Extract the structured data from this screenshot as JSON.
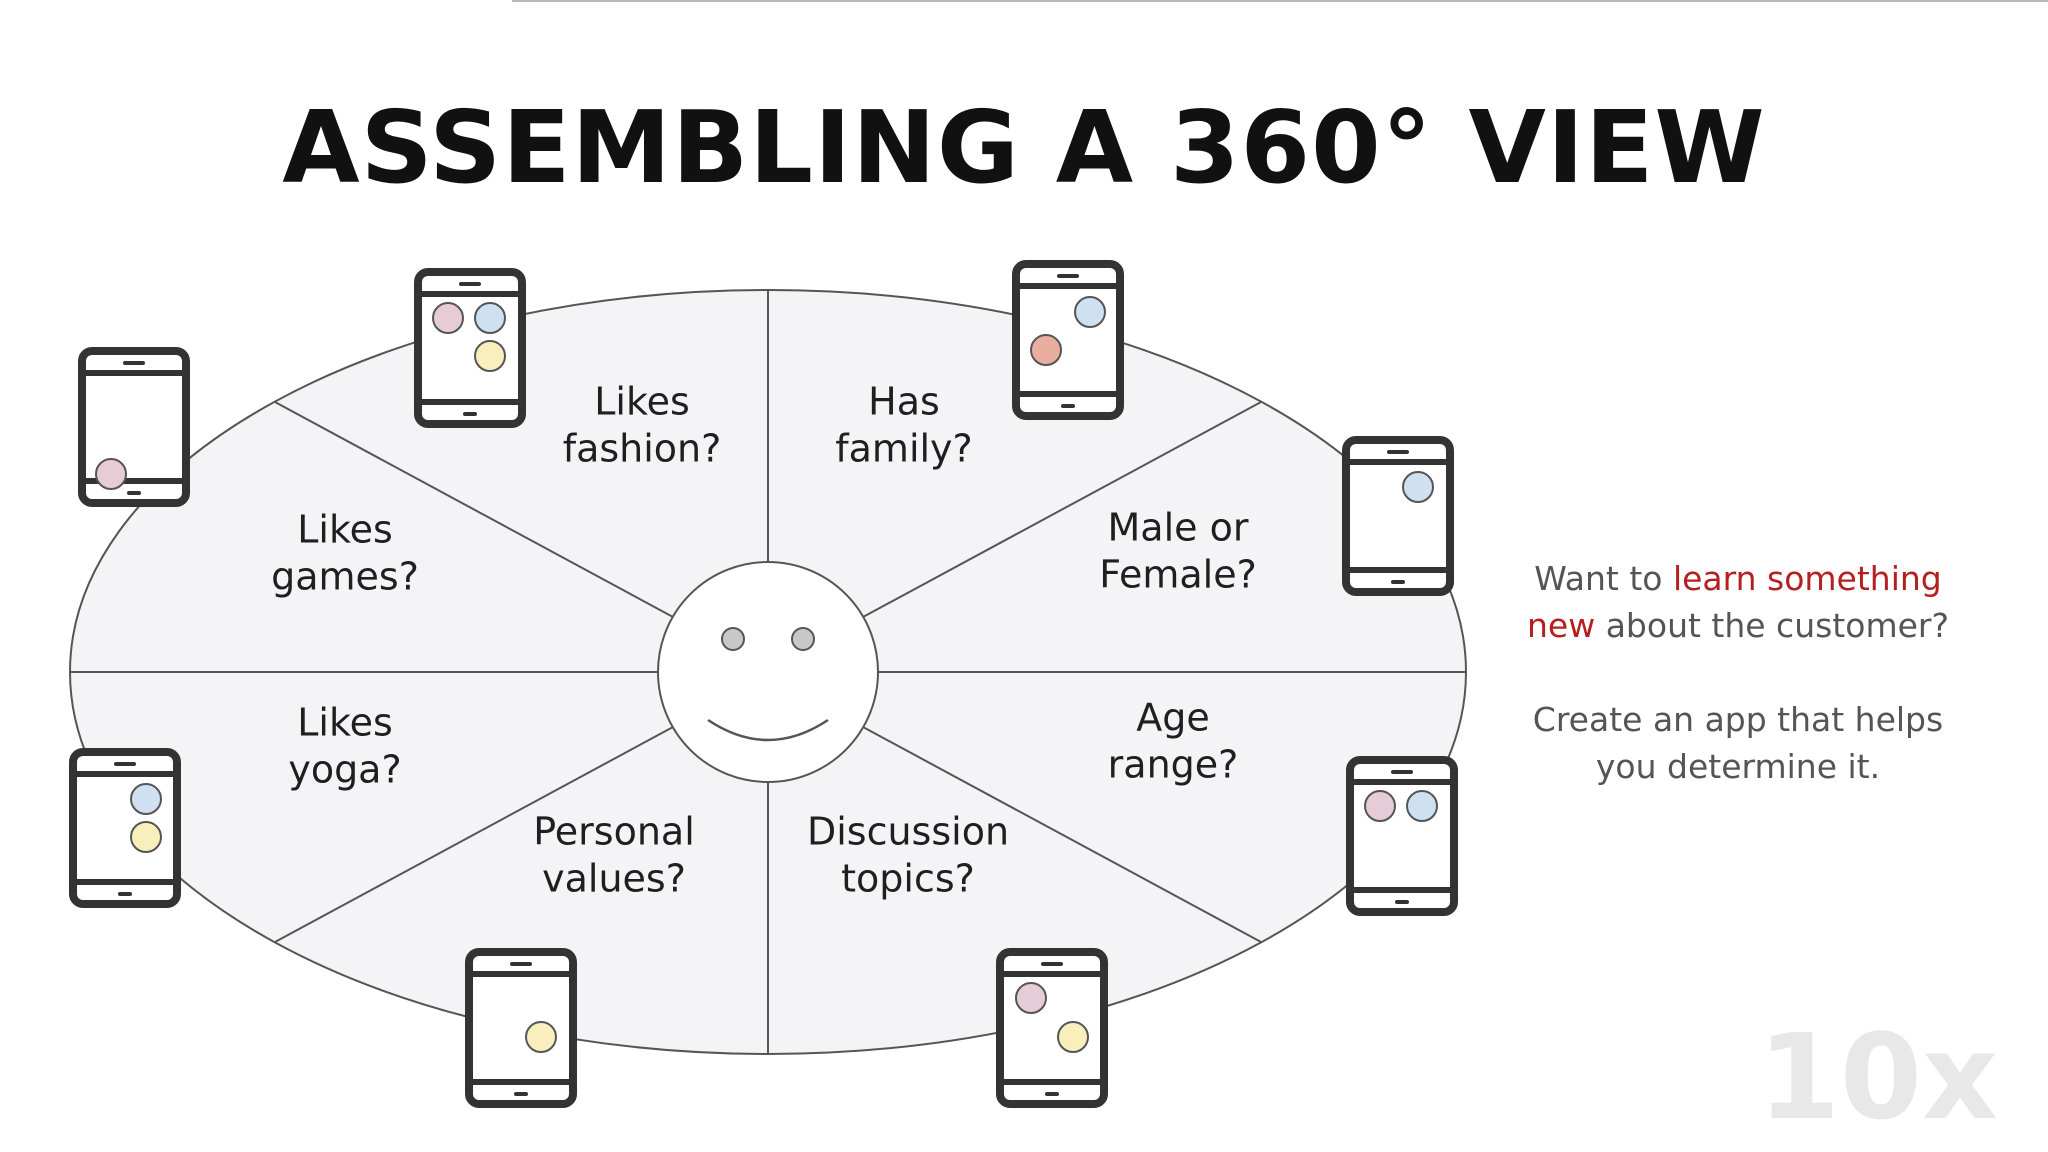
{
  "title": "ASSEMBLING A 360° VIEW",
  "segments": [
    {
      "lines": [
        "Likes",
        "fashion?"
      ]
    },
    {
      "lines": [
        "Has",
        "family?"
      ]
    },
    {
      "lines": [
        "Male or",
        "Female?"
      ]
    },
    {
      "lines": [
        "Age",
        "range?"
      ]
    },
    {
      "lines": [
        "Discussion",
        "topics?"
      ]
    },
    {
      "lines": [
        "Personal",
        "values?"
      ]
    },
    {
      "lines": [
        "Likes",
        "yoga?"
      ]
    },
    {
      "lines": [
        "Likes",
        "games?"
      ]
    }
  ],
  "side_note": {
    "line1_plain": "Want to ",
    "line1_accent": "learn something",
    "line2_accent": "new",
    "line2_plain": " about the customer?",
    "cta_line1": "Create an app that helps",
    "cta_line2": "you determine it."
  },
  "logo": {
    "text": "10x"
  },
  "colors": {
    "accent": "#b51f1f",
    "pink": "#e6ccd6",
    "blue": "#cfe0f1",
    "yellow": "#f8efbc",
    "salmon": "#e9aea0",
    "phone": "#333333",
    "ellipse_fill": "#f4f4f6"
  }
}
